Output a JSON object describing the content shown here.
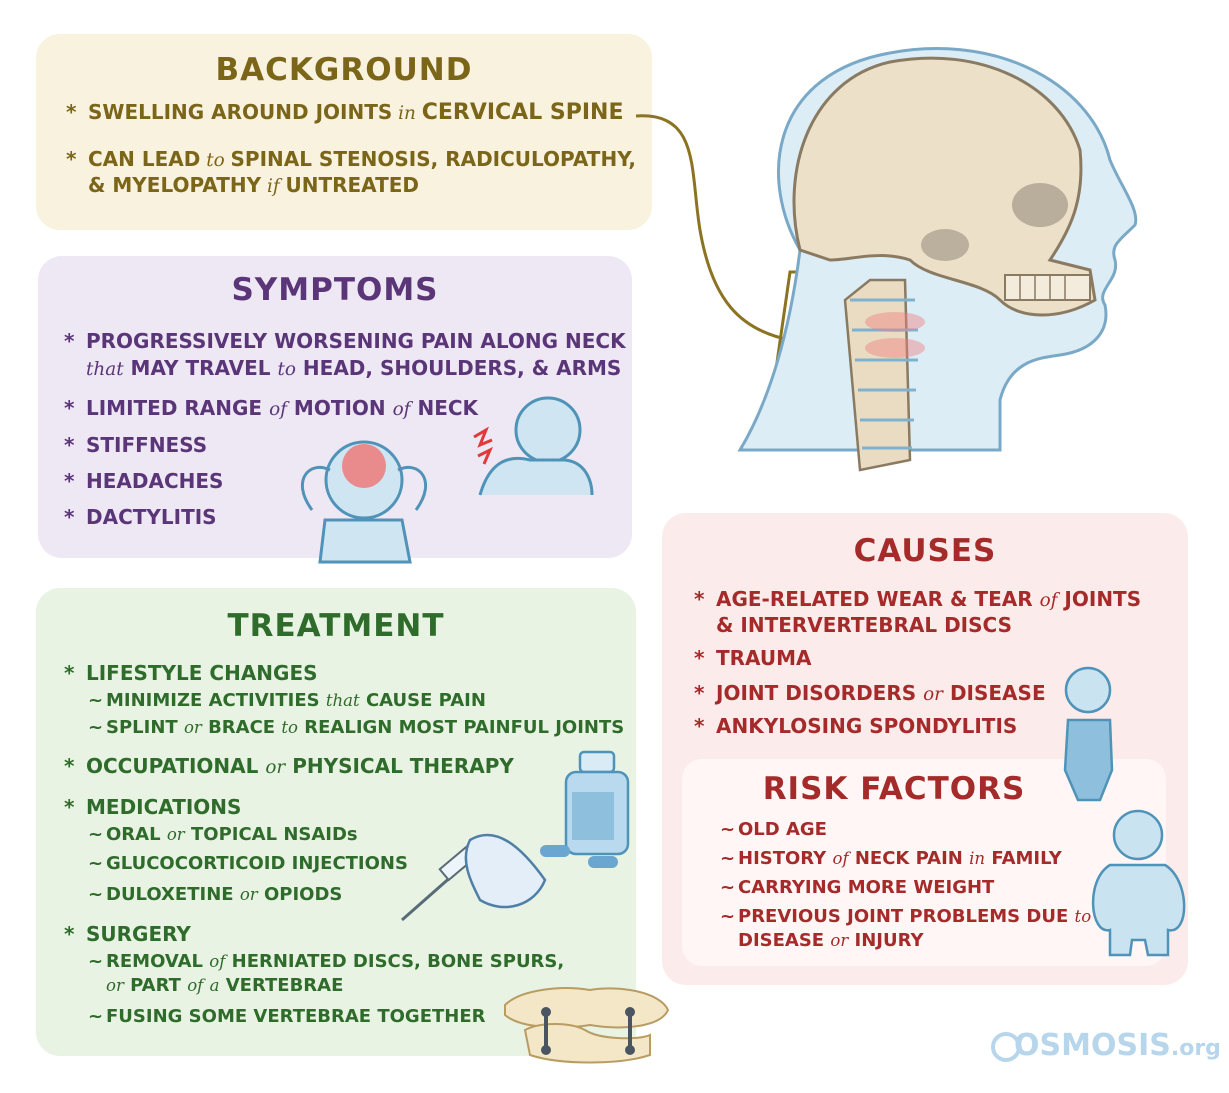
{
  "background": {
    "title": "BACKGROUND",
    "items": [
      [
        "SWELLING AROUND JOINTS",
        " in ",
        "CERVICAL SPINE"
      ],
      [
        "CAN LEAD",
        " to ",
        "SPINAL STENOSIS, RADICULOPATHY,"
      ],
      [
        "& MYELOPATHY",
        " if ",
        "UNTREATED"
      ]
    ]
  },
  "symptoms": {
    "title": "SYMPTOMS",
    "items": [
      [
        "PROGRESSIVELY WORSENING PAIN ALONG NECK"
      ],
      [
        "that",
        " MAY TRAVEL ",
        "to",
        " HEAD, SHOULDERS, & ARMS"
      ],
      [
        "LIMITED RANGE ",
        "of",
        " MOTION ",
        "of",
        " NECK"
      ],
      [
        "STIFFNESS"
      ],
      [
        "HEADACHES"
      ],
      [
        "DACTYLITIS"
      ]
    ]
  },
  "treatment": {
    "title": "TREATMENT",
    "lines": [
      [
        "LIFESTYLE CHANGES"
      ],
      [
        "MINIMIZE ACTIVITIES ",
        "that",
        " CAUSE PAIN"
      ],
      [
        "SPLINT ",
        "or",
        " BRACE ",
        "to",
        " REALIGN MOST PAINFUL JOINTS"
      ],
      [
        "OCCUPATIONAL ",
        "or",
        " PHYSICAL THERAPY"
      ],
      [
        "MEDICATIONS"
      ],
      [
        "ORAL ",
        "or",
        " TOPICAL NSAIDs"
      ],
      [
        "GLUCOCORTICOID INJECTIONS"
      ],
      [
        "DULOXETINE ",
        "or",
        " OPIODS"
      ],
      [
        "SURGERY"
      ],
      [
        "REMOVAL ",
        "of",
        " HERNIATED DISCS, BONE SPURS,"
      ],
      [
        "or",
        " PART ",
        "of",
        " ",
        "a",
        " VERTEBRAE"
      ],
      [
        "FUSING SOME VERTEBRAE TOGETHER"
      ]
    ]
  },
  "causes": {
    "title": "CAUSES",
    "lines": [
      [
        "AGE-RELATED WEAR & TEAR ",
        "of",
        " JOINTS"
      ],
      [
        "& INTERVERTEBRAL DISCS"
      ],
      [
        "TRAUMA"
      ],
      [
        "JOINT DISORDERS ",
        "or",
        " DISEASE"
      ],
      [
        "ANKYLOSING SPONDYLITIS"
      ]
    ]
  },
  "risk_factors": {
    "title": "RISK FACTORS",
    "lines": [
      [
        "OLD AGE"
      ],
      [
        "HISTORY ",
        "of",
        " NECK PAIN ",
        "in",
        " FAMILY"
      ],
      [
        "CARRYING MORE WEIGHT"
      ],
      [
        "PREVIOUS JOINT PROBLEMS DUE ",
        "to"
      ],
      [
        "DISEASE ",
        "or",
        " INJURY"
      ]
    ]
  },
  "logo": {
    "brand": "OSMOSIS",
    "suffix": ".org"
  },
  "colors": {
    "background_panel": "#f8f2df",
    "background_text": "#7a6518",
    "symptoms_panel": "#eee7f4",
    "symptoms_text": "#5a3577",
    "treatment_panel": "#e8f3e4",
    "treatment_text": "#2f6b2a",
    "causes_panel": "#fbeceb",
    "causes_text": "#a52a2a"
  },
  "icons": [
    "skull-neck-illustration",
    "head-pain-figure",
    "neck-pain-figure",
    "pill-bottle-icon",
    "syringe-hand-icon",
    "fused-vertebrae-icon",
    "elderly-person-icon",
    "overweight-person-icon"
  ]
}
